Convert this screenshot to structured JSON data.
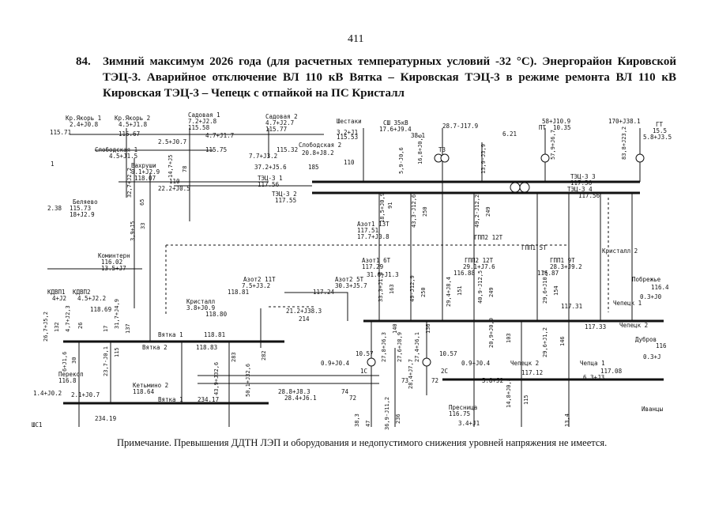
{
  "page_number": "411",
  "heading": {
    "number": "84.",
    "text": "Зимний максимум 2026 года (для расчетных температурных условий -32 °С). Энергорайон Кировской ТЭЦ-3. Аварийное отключение ВЛ 110 кВ Вятка – Кировская ТЭЦ-3 в режиме ремонта ВЛ 110 кВ Кировская ТЭЦ-3 – Чепецк с отпайкой на ПС Кристалл"
  },
  "note": "Примечание. Превышения ДДТН ЛЭП и оборудования и недопустимого снижения уровней напряжения не имеется.",
  "diagram": {
    "labels": {
      "kr_yakor1": "Кр.Якорь 1",
      "kr_yakor1_load": "2.4+J0.8",
      "kr_yakor1_v": "115.71",
      "kr_yakor2": "Кр.Якорь 2",
      "kr_yakor2_load": "4.5+J1.8",
      "kr_yakor2_v": "115.67",
      "sadovaya1": "Садовая 1",
      "sadovaya1_load": "7.2+J2.8",
      "sadovaya1_v": "115.58",
      "sadovaya2": "Садовая 2",
      "sadovaya2_load": "4.7+J2.7",
      "sadovaya2_v": "115.77",
      "f_4_7_j1_7": "4.7+J1.7",
      "f_2_5_j0_7": "2.5+J0.7",
      "slobodskaya1": "Слободская 1",
      "slobodskaya1_load": "4.5+J1.5",
      "slobodskaya1_v": "115.75",
      "slobodskaya2": "Слободская 2",
      "slobodskaya2_v": "115.32",
      "slob_flow": "20.8+J8.2",
      "slob_7_7": "7.7+J3.2",
      "slob_110": "110",
      "shestaki": "Шестаки",
      "shestaki_load": "3.2+J1",
      "shestaki_v": "115.53",
      "vakhrushi": "Вахруши",
      "vakhrushi_load": "9.1+J2.9",
      "vakhrushi_v": "118.07",
      "vakh_110": "110",
      "flow_22_2": "22.2+J0.5",
      "flow_37_2": "37.2+J5.6",
      "flow_185": "185",
      "v_14_7": "14,7+J5",
      "v_78": "78",
      "v_32_7": "32,7+J2,2",
      "v_65": "65",
      "belyaevo": "Беляево",
      "belyaevo_v": "115.73",
      "belyaevo_load": "18+J2.9",
      "v_3_9": "3,9+J5",
      "v_33": "33",
      "left_2_38": "2.38",
      "left_1": "1",
      "kominterm": "Коминтерн",
      "kominterm_v": "116.02",
      "kominterm_load": "13.5+J7",
      "kdvp1": "КДВП1",
      "kdvp2": "КДВП2",
      "kdvp_load1": "4+J2",
      "kdvp_load2": "4.5+J2.2",
      "kdvp_v": "118.69",
      "v_26_7": "26,7+J5,2",
      "v_132": "132",
      "v_4_7": "4,7+J2,3",
      "v_26": "26",
      "v_17": "17",
      "v_31_7": "31,7+J4,9",
      "v_137": "137",
      "tets3_1": "ТЭЦ-3 1",
      "tets3_1_v": "117.56",
      "tets3_2": "ТЭЦ-3 2",
      "tets3_2_v": "117.55",
      "tets3_3": "ТЭЦ-3 3",
      "tets3_3_v": "117.56",
      "tets3_4": "ТЭЦ-3 4",
      "tets3_4_v": "117.56",
      "sh": "СШ 35кВ",
      "sh_load": "17.6+J9.4",
      "t38": "38.1",
      "t3": "Т3",
      "flow_28_7": "28.7-J17.9",
      "v_6_21": "6.21",
      "pt_load": "58+J10.9",
      "pt_label": "ПТ",
      "pt_v": "10.35",
      "gt_load": "170+J38.1",
      "gt_label": "ГТ",
      "gt_v": "15.5",
      "gt_5_8": "5.8+J3.5",
      "v_5_9": "5,9-J0,6",
      "v_16_8": "16,8+J0,6",
      "v_13_9": "13,9-J3,9",
      "v_57_9": "57,9+J6,7",
      "v_83_8": "83,8+J23,2",
      "azot1": "Азот1 13Т",
      "azot1_v": "117.51",
      "azot1_load": "17.7+J0.8",
      "v_18_5": "18,5+J0,9",
      "v_91": "91",
      "v_43_3": "43,3-J12,6",
      "v_250": "250",
      "v_49_2": "49,2-J12,2",
      "v_249": "249",
      "gpp2_12t": "ГПП2 12Т",
      "gpp1_5t": "ГПП1 5Т",
      "azot1_6t": "Азот1 6Т",
      "azot1_6t_v": "117.29",
      "azot1_6t_load": "31.6+J1.3",
      "gpp2_12t_b": "ГПП2 12Т",
      "gpp2_load": "29.1+J7.6",
      "gpp2_v": "116.88",
      "gpp1_9t": "ГПП1 9Т",
      "gpp1_load": "28.3+J9.2",
      "gpp1_v": "116.87",
      "kristall2": "Кристалл 2",
      "azot2_11t": "Азот2 11Т",
      "azot2_11t_load": "7.5+J3.2",
      "azot2_11t_v": "118.81",
      "azot2_5t": "Азот2 5Т",
      "azot2_5t_load": "30.3+J5.7",
      "azot2_5t_v": "117.24",
      "v_33_3": "33,3+J1,4",
      "v_163": "163",
      "v_49": "49-J12,9",
      "v_250b": "250",
      "v_29_4": "29,4+J8,4",
      "v_151": "151",
      "v_40_9": "40,9-J12,5",
      "v_249b": "249",
      "v_29_6": "29,6+J10,2",
      "v_154": "154",
      "kristall": "Кристалл",
      "kristall_load": "3.8+J0.9",
      "kristall_v": "118.80",
      "flow_21_2": "21.2+J38.3",
      "flow_214": "214",
      "vyatka1": "Вятка 1",
      "vyatka1_v": "118.81",
      "vyatka2": "Вятка 2",
      "vyatka2_v": "118.83",
      "vyatka1b": "Вятка 1",
      "vyatka1b_v": "234.17",
      "v_30": "30",
      "v_6": "6+J1,6",
      "v_23_7": "23,7-J0,1",
      "v_115": "115",
      "perekop": "Перекоп",
      "perekop_v": "116.8",
      "perekop_load": "1.4+J0.2",
      "perekop_f": "2.1+J0.7",
      "ketmino2": "Кетьмино 2",
      "ketmino2_v": "118.64",
      "v_43_9": "43,9+J32,6",
      "v_283": "283",
      "v_50_1": "50,1+J32,6",
      "v_282": "282",
      "flow_28_8": "28.8+J8.3",
      "flow_74": "74",
      "flow_28_4": "28.4+J6.1",
      "flow_72": "72",
      "v_234": "234.19",
      "v_shs1": "ШС1",
      "v_10_57a": "10.57",
      "v_0_9a": "0.9+J0.4",
      "v_1c": "1С",
      "v_10_57b": "10.57",
      "v_0_9b": "0.9+J0.4",
      "v_2c": "2С",
      "v_140": "140",
      "v_27_8": "27,8+J6,3",
      "v_27_6": "27,6+J8,9",
      "v_136": "136",
      "v_27_4": "27,4+J6,1",
      "v_28_4": "28,4+J7,7",
      "v_73": "73",
      "v_72": "72",
      "chepetsk2": "Чепецк 2",
      "chepetsk2_v": "117.12",
      "chepetsk2_load": "5.8+J2",
      "v_20_9": "20,9+J0,9",
      "v_103": "103",
      "chepetsk1": "Чепецк 1",
      "chepetsk1_v": "117.31",
      "chepetsk": "Чепецк 2",
      "chepetsk_v": "117.33",
      "v_29_6b": "29,6+J1,2",
      "v_146": "146",
      "chepetsa": "Чепца 1",
      "chepetsa_v": "117.08",
      "chepetsa_load": "6.3+J3",
      "pobrezh": "Побрежье",
      "pobrezh_v": "116.4",
      "pobrezh_load": "0.3+J0",
      "dubrovka": "Дубров",
      "dubrovka_v": "116",
      "dubrovka_load": "0.3+J",
      "presnitsa": "Пресница",
      "presnitsa_v": "116.75",
      "presnitsa_load": "3.4+J1",
      "v_14_8": "14,8+J0,8",
      "v_115b": "115",
      "v_13_4": "13,4",
      "ivantsy": "Иванцы",
      "v_38_3": "38,3",
      "v_47": "47",
      "v_36_9": "36,9-J11,2",
      "v_236": "236"
    }
  }
}
